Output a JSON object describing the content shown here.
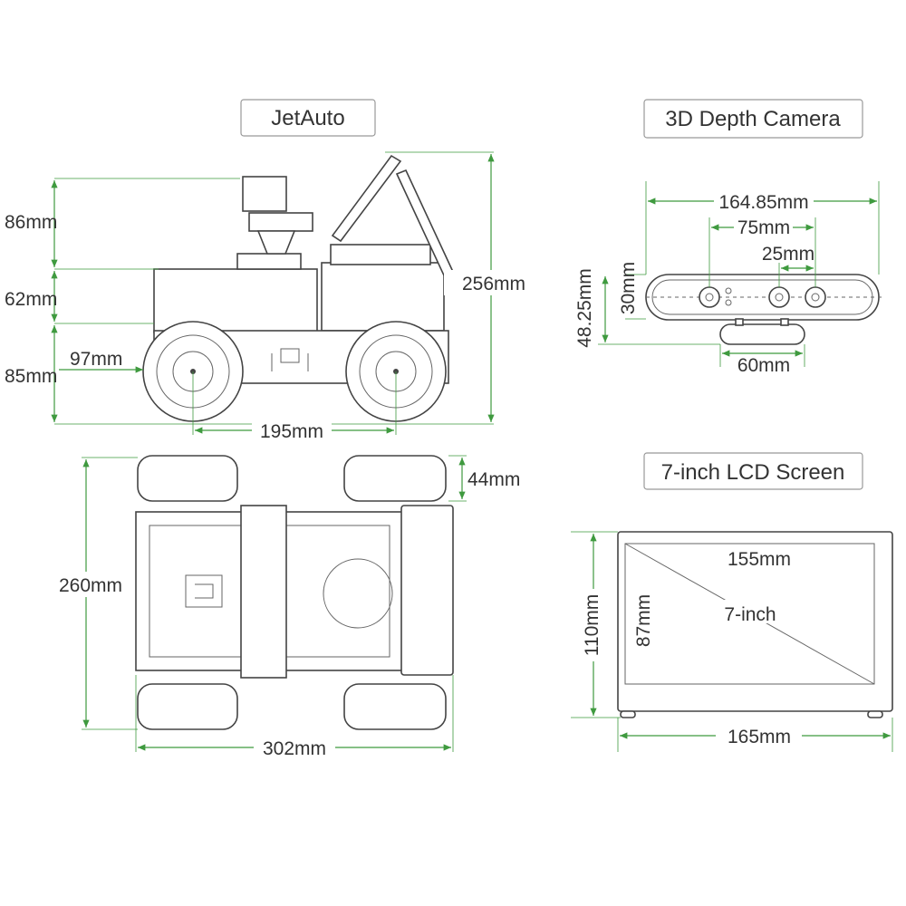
{
  "titles": {
    "robot": "JetAuto",
    "camera": "3D Depth Camera",
    "lcd": "7-inch LCD Screen"
  },
  "robot_side": {
    "h_top": "86mm",
    "h_mid": "62mm",
    "h_bottom": "85mm",
    "wheel_diameter": "97mm",
    "total_height": "256mm",
    "wheelbase": "195mm"
  },
  "robot_top": {
    "wheel_width": "44mm",
    "width": "260mm",
    "length": "302mm"
  },
  "camera": {
    "width": "164.85mm",
    "lens_span": "75mm",
    "lens_gap": "25mm",
    "bar_height": "30mm",
    "total_height": "48.25mm",
    "stand_width": "60mm"
  },
  "lcd": {
    "display_width": "155mm",
    "diagonal": "7-inch",
    "display_height": "87mm",
    "outer_height": "110mm",
    "outer_width": "165mm"
  },
  "colors": {
    "dimension": "#3f9a3f",
    "outline": "#444444"
  }
}
